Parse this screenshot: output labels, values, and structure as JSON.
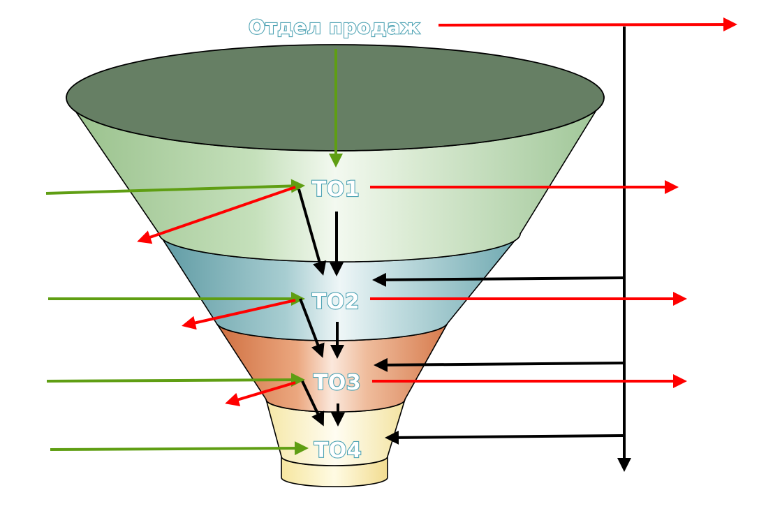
{
  "source_label": "Отдел продаж",
  "stages": [
    {
      "label": "ТО1"
    },
    {
      "label": "ТО2"
    },
    {
      "label": "ТО3"
    },
    {
      "label": "ТО4"
    }
  ],
  "colors": {
    "funnel_top_rim": "#667f64",
    "stage1_fill": "#a9cc9f",
    "stage2_fill": "#68a5ad",
    "stage3_fill": "#d97c4e",
    "stage4_fill": "#f8eeb8",
    "incoming_arrow": "#5f9e13",
    "outgoing_arrow": "#ff0000",
    "flow_arrow": "#000000",
    "label_outline": "#4fa3b4"
  }
}
